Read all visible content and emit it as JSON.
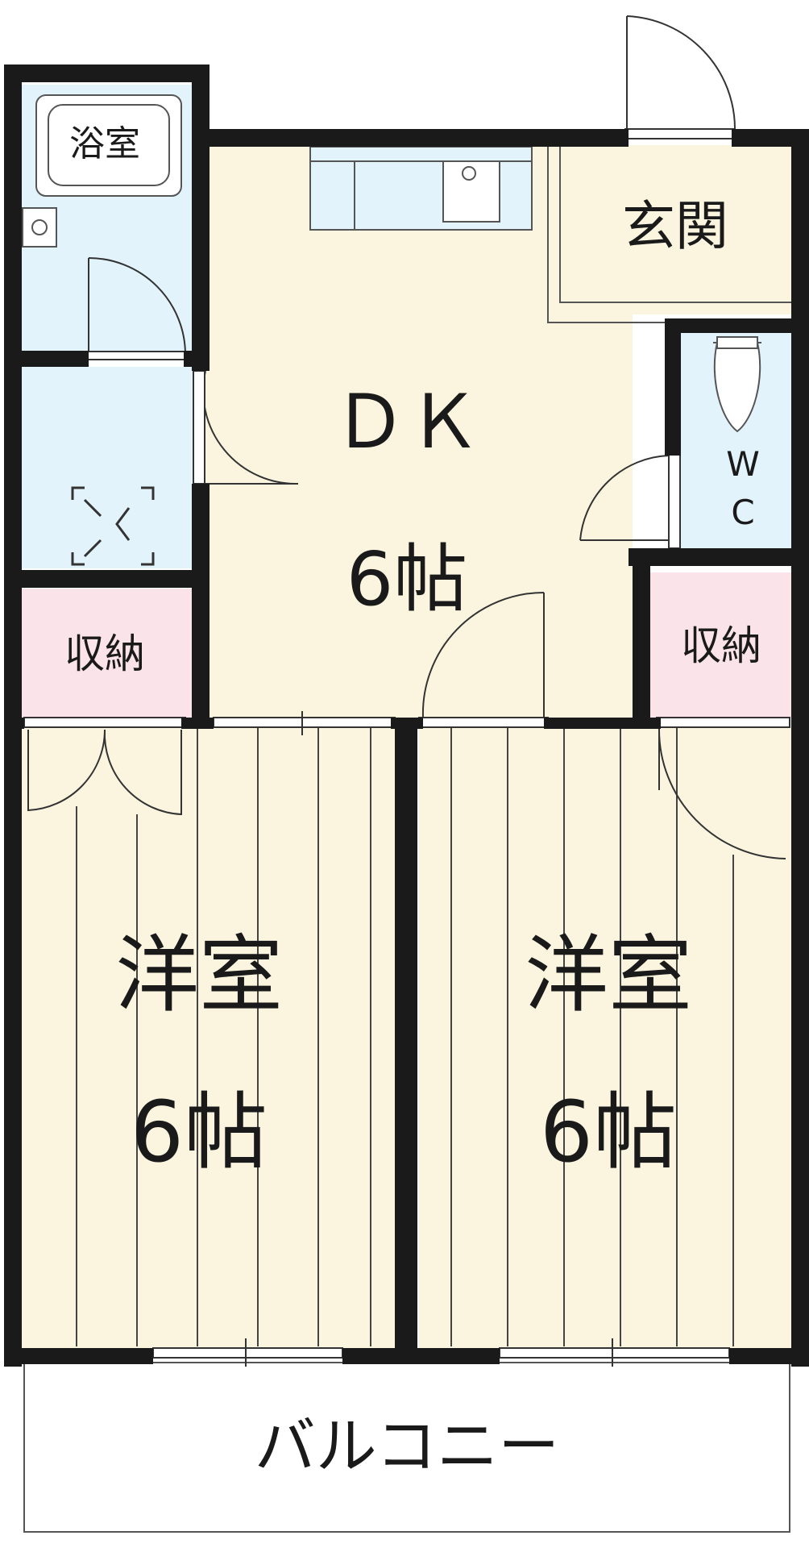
{
  "colors": {
    "wall": "#1a1a1a",
    "wet_area": "#e3f3fb",
    "floor_beige": "#fbf5df",
    "storage_pink": "#fbe3ea",
    "line": "#555555",
    "white": "#ffffff"
  },
  "rooms": {
    "bathroom": "浴室",
    "entrance": "玄関",
    "dk_name": "ＤＫ",
    "dk_size": "6帖",
    "wc": [
      "W",
      "C"
    ],
    "storage_left": "収納",
    "storage_right": "収納",
    "western_left_name": "洋室",
    "western_left_size": "6帖",
    "western_right_name": "洋室",
    "western_right_size": "6帖",
    "balcony": "バルコニー"
  },
  "icons": {
    "washer": "washing-machine-space-icon",
    "sink": "kitchen-sink-icon",
    "toilet": "toilet-icon",
    "basin": "wash-basin-icon"
  }
}
